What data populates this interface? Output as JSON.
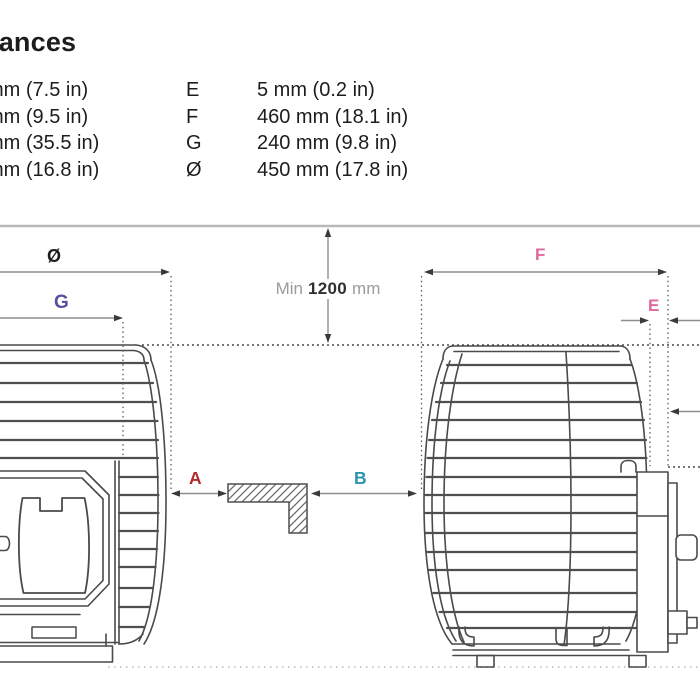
{
  "title": {
    "fragment": "rances"
  },
  "table": {
    "rows": [
      {
        "left_fragment": "mm (7.5 in)",
        "letter": "E",
        "value": "5 mm (0.2 in)"
      },
      {
        "left_fragment": "mm (9.5 in)",
        "letter": "F",
        "value": "460 mm (18.1 in)"
      },
      {
        "left_fragment": "mm (35.5 in)",
        "letter": "G",
        "value": "240 mm (9.8 in)"
      },
      {
        "left_fragment": "mm (16.8 in)",
        "letter": "Ø",
        "value": "450 mm (17.8 in)"
      }
    ]
  },
  "diagram": {
    "min_clearance": {
      "prefix": "Min",
      "value": "1200",
      "unit": "mm"
    },
    "dims": {
      "A": {
        "label": "A",
        "color": "#b6292d"
      },
      "B": {
        "label": "B",
        "color": "#2d93ae"
      },
      "E": {
        "label": "E",
        "color": "#e0679f"
      },
      "F": {
        "label": "F",
        "color": "#e0679f"
      },
      "G": {
        "label": "G",
        "color": "#55519e"
      },
      "diameter": {
        "label": "Ø",
        "color": "#1d1d1b"
      }
    },
    "colors": {
      "outline": "#4a4a4a",
      "dimension_line": "#8e8e8e",
      "arrowhead": "#3a3a3a",
      "boundary_line": "#b7b7b7",
      "ground_line": "#c4c4c4"
    }
  }
}
